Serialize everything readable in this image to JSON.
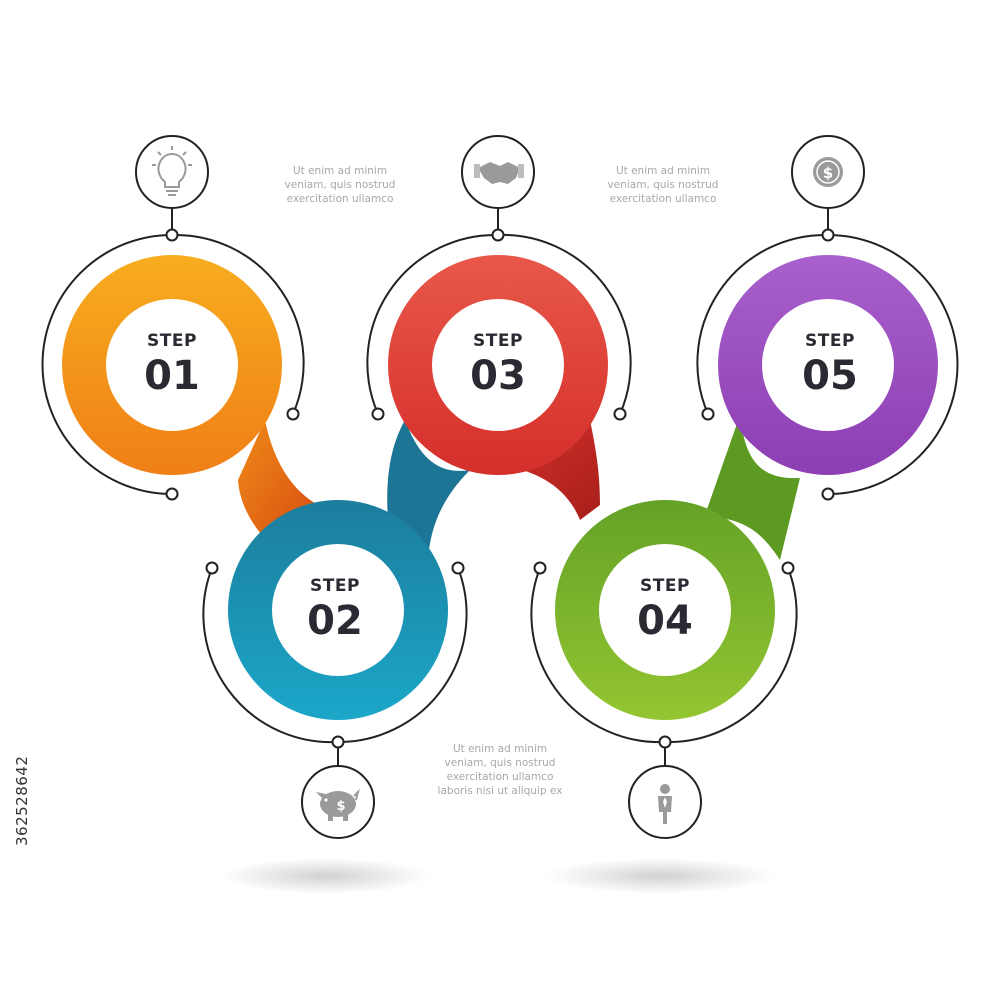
{
  "steps": [
    {
      "label": "STEP",
      "number": "01",
      "color": "#f39a1d",
      "icon": "lightbulb-icon"
    },
    {
      "label": "STEP",
      "number": "02",
      "color": "#1f95b5",
      "icon": "piggy-bank-icon"
    },
    {
      "label": "STEP",
      "number": "03",
      "color": "#e0453a",
      "icon": "handshake-icon"
    },
    {
      "label": "STEP",
      "number": "04",
      "color": "#7cb92c",
      "icon": "businessman-icon"
    },
    {
      "label": "STEP",
      "number": "05",
      "color": "#9c50c4",
      "icon": "dollar-coin-icon"
    }
  ],
  "captions": {
    "top_left": [
      "Ut enim ad minim",
      "veniam, quis nostrud",
      "exercitation ullamco"
    ],
    "top_right": [
      "Ut enim ad minim",
      "veniam, quis nostrud",
      "exercitation ullamco"
    ],
    "bottom": [
      "Ut enim ad minim",
      "veniam, quis nostrud",
      "exercitation ullamco",
      "laboris nisi ut aliquip ex"
    ]
  },
  "stock_id": "362528642",
  "colors": {
    "line": "#222222",
    "icon_gray": "#9a9a9a",
    "inner_circle": "#ffffff",
    "text_dark": "#2a2a33"
  }
}
